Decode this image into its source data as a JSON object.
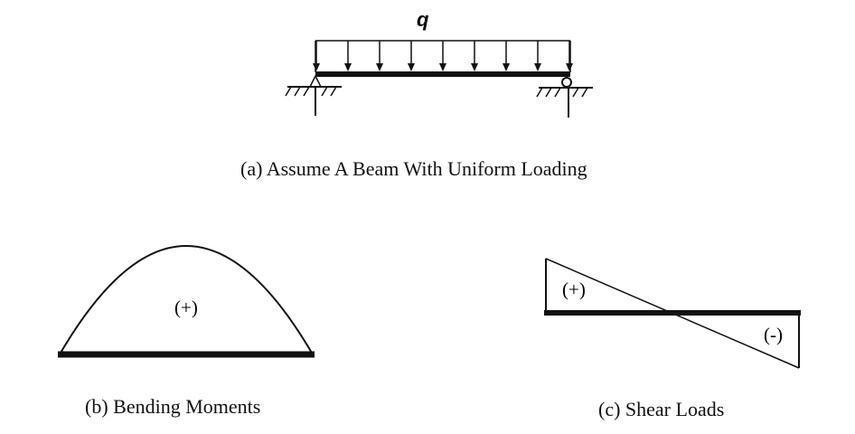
{
  "load_label": "q",
  "caption_a": "(a)  Assume A Beam With Uniform Loading",
  "caption_b": "(b)  Bending Moments",
  "caption_c": "(c)  Shear Loads",
  "moment_sign": "(+)",
  "shear_positive_sign": "(+)",
  "shear_negative_sign": "(-)",
  "colors": {
    "ink": "#111111",
    "background": "#ffffff"
  },
  "load_arrow_count": 9
}
